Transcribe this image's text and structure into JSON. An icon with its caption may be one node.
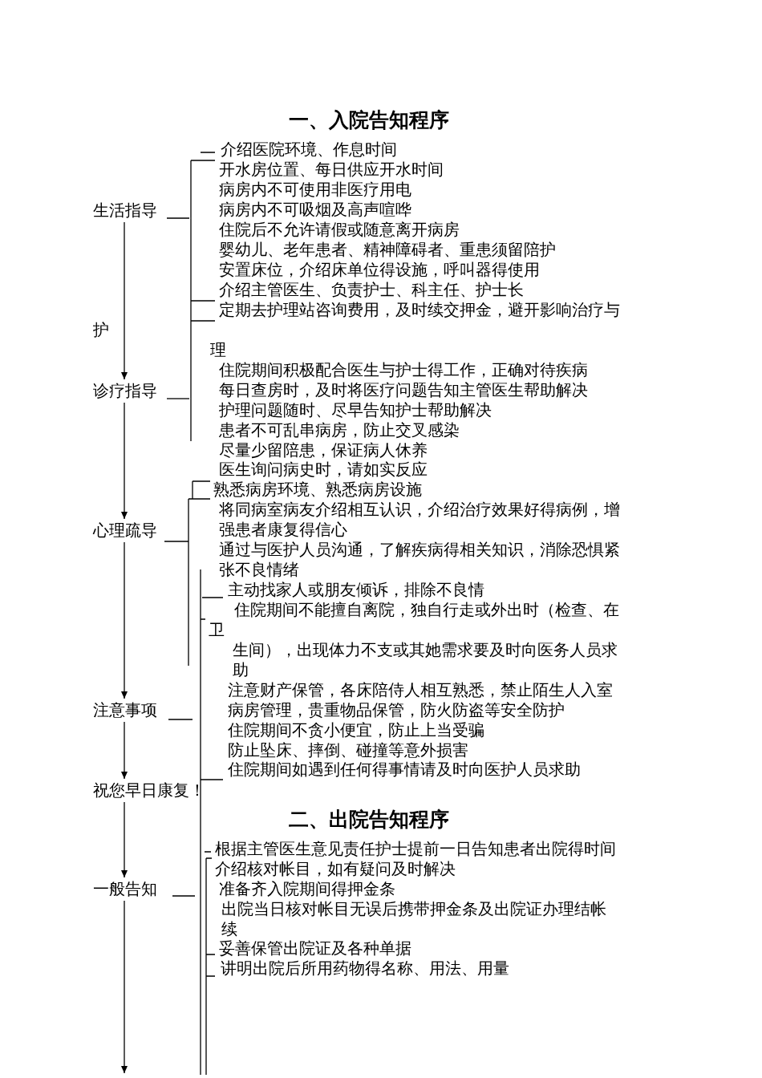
{
  "diagram": {
    "title": "一、入院告知程序",
    "nodes": [
      {
        "text": [
          "生活指导"
        ]
      },
      {
        "text": [
          "诊疗指导"
        ]
      },
      {
        "text": [
          "心理疏导"
        ]
      },
      {
        "text": [
          "注意事项"
        ]
      },
      {
        "text": [
          "祝您早日康复！"
        ]
      },
      {
        "text": [
          "一般告知"
        ]
      }
    ],
    "edges": [
      {
        "from": 0,
        "to": 1,
        "arrow": "to"
      },
      {
        "from": 1,
        "to": 2,
        "arrow": "to"
      },
      {
        "from": 2,
        "to": 3,
        "arrow": "to"
      },
      {
        "from": 3,
        "to": 4,
        "arrow": "to"
      },
      {
        "from": 4,
        "to": 5,
        "arrow": "to"
      },
      {
        "from": 5,
        "to": null,
        "arrow": "to"
      }
    ],
    "labels": [
      "介绍医院环境、作息时间",
      "开水房位置、每日供应开水时间",
      "病房内不可使用非医疗用电",
      "病房内不可吸烟及高声喧哗",
      "住院后不允许请假或随意离开病房",
      "婴幼儿、老年患者、精神障碍者、重患须留陪护",
      "安置床位，介绍床单位得设施，呼叫器得使用",
      "介绍主管医生、负责护士、科主任、护士长",
      "定期去护理站咨询费用，及时续交押金，避开影响治疗与",
      "护",
      "理",
      "住院期间积极配合医生与护士得工作，正确对待疾病",
      "每日查房时，及时将医疗问题告知主管医生帮助解决",
      "护理问题随时、尽早告知护士帮助解决",
      "患者不可乱串病房，防止交叉感染",
      "尽量少留陪患，保证病人休养",
      "医生询问病史时，请如实反应",
      "熟悉病房环境、熟悉病房设施",
      "将同病室病友介绍相互认识，介绍治疗效果好得病例，增强患者康复得信心",
      "通过与医护人员沟通，了解疾病得相关知识，消除恐惧紧张不良情绪",
      "主动找家人或朋友倾诉，排除不良情",
      "住院期间不能擅自离院，独自行走或外出时（检查、在",
      "卫",
      "生间），出现体力不支或其她需求要及时向医务人员求助",
      "注意财产保管，各床陪侍人相互熟悉，禁止陌生人入室",
      "病房管理，贵重物品保管，防火防盗等安全防护",
      "住院期间不贪小便宜，防止上当受骗",
      "防止坠床、摔倒、碰撞等意外损害",
      "住院期间如遇到任何得事情请及时向医护人员求助",
      "二、出院告知程序",
      "根据主管医生意见责任护士提前一日告知患者出院得时间",
      "介绍核对帐目，如有疑问及时解决",
      "准备齐入院期间得押金条",
      "出院当日核对帐目无误后携带押金条及出院证办理结帐续",
      "妥善保管出院证及各种单据",
      "讲明出院后所用药物得名称、用法、用量"
    ]
  }
}
